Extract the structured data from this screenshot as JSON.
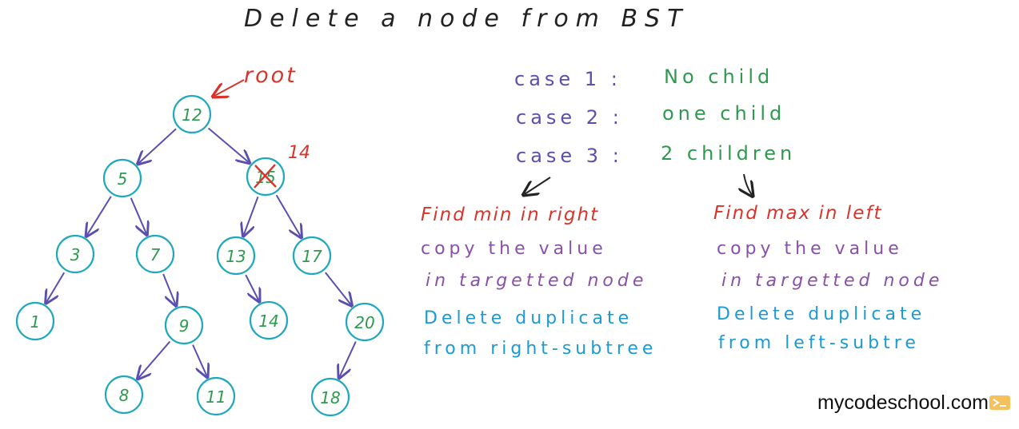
{
  "title": "Delete a node from BST",
  "root_label": "root",
  "replacement_value": "14",
  "tree": {
    "nodes": [
      "12",
      "5",
      "15",
      "3",
      "7",
      "13",
      "17",
      "1",
      "9",
      "14",
      "20",
      "8",
      "11",
      "18"
    ],
    "edges": [
      [
        "12",
        "5"
      ],
      [
        "12",
        "15"
      ],
      [
        "5",
        "3"
      ],
      [
        "5",
        "7"
      ],
      [
        "15",
        "13"
      ],
      [
        "15",
        "17"
      ],
      [
        "3",
        "1"
      ],
      [
        "7",
        "9"
      ],
      [
        "13",
        "14"
      ],
      [
        "17",
        "20"
      ],
      [
        "9",
        "8"
      ],
      [
        "9",
        "11"
      ],
      [
        "20",
        "18"
      ]
    ],
    "crossed_out": "15"
  },
  "cases": [
    {
      "label": "case 1 :",
      "desc": "No child"
    },
    {
      "label": "case 2 :",
      "desc": "one child"
    },
    {
      "label": "case 3 :",
      "desc": "2 children"
    }
  ],
  "left_column": {
    "heading": "Find min in right",
    "line1": "copy the value",
    "line2": "in targetted node",
    "line3": "Delete duplicate",
    "line4": "from right-subtree"
  },
  "right_column": {
    "heading": "Find max in left",
    "line1": "copy the value",
    "line2": "in targetted node",
    "line3": "Delete duplicate",
    "line4": "from left-subtre"
  },
  "brand": "mycodeschool.com",
  "colors": {
    "node_stroke": "#1fa8bd",
    "node_text": "#2e9a4e",
    "edge": "#5a4fb0",
    "red": "#d9342b",
    "violet": "#8a4fa8",
    "blue": "#1a9ad6"
  }
}
